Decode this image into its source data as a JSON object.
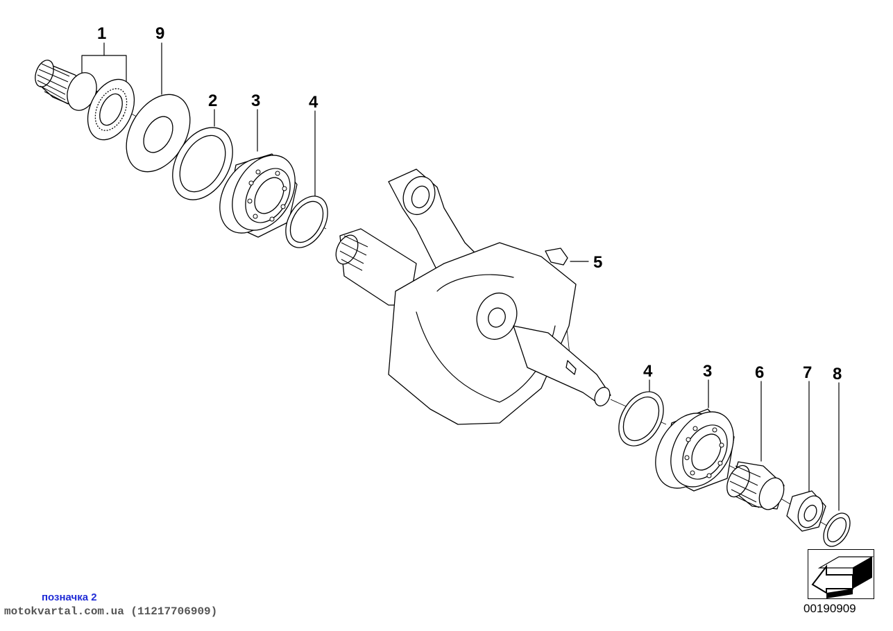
{
  "diagram": {
    "callouts": [
      {
        "id": "1",
        "label": "1"
      },
      {
        "id": "9",
        "label": "9"
      },
      {
        "id": "2",
        "label": "2"
      },
      {
        "id": "3a",
        "label": "3"
      },
      {
        "id": "4a",
        "label": "4"
      },
      {
        "id": "5",
        "label": "5"
      },
      {
        "id": "4b",
        "label": "4"
      },
      {
        "id": "3b",
        "label": "3"
      },
      {
        "id": "6",
        "label": "6"
      },
      {
        "id": "7",
        "label": "7"
      },
      {
        "id": "8",
        "label": "8"
      }
    ],
    "diagram_number": "00190909"
  },
  "footer": {
    "note": "позначка 2",
    "source": "motokvartal.com.ua (11217706909)"
  },
  "icons": {
    "navigation": "arrow-down-left-icon"
  },
  "colors": {
    "note_text": "#1f2bd6",
    "source_text": "#555555",
    "line_art": "#000000"
  }
}
